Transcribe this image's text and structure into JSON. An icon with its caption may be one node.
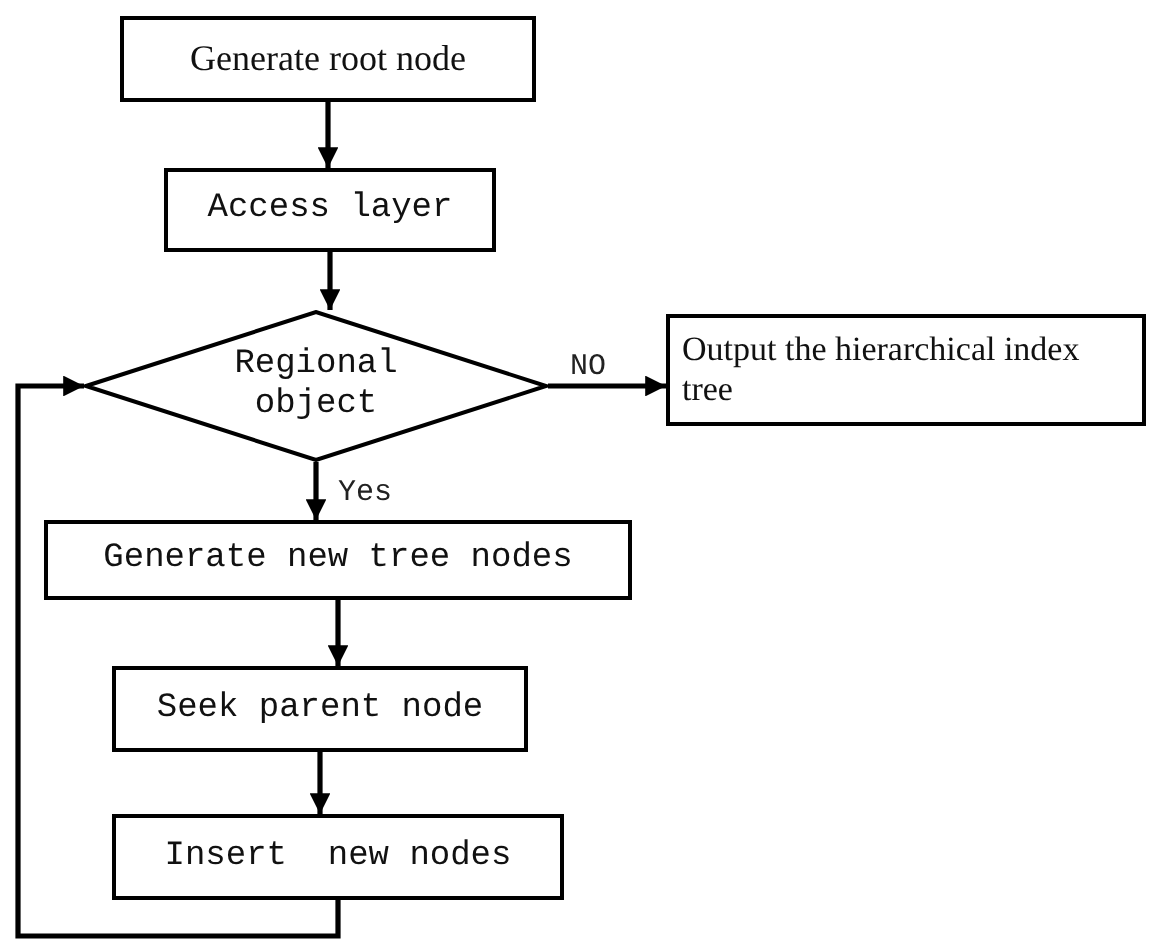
{
  "diagram": {
    "nodes": [
      {
        "text": [
          "Generate root node"
        ]
      },
      {
        "text": [
          "Access layer"
        ]
      },
      {
        "text": [
          "Regional object"
        ]
      },
      {
        "text": [
          "Output the hierarchical index tree"
        ]
      },
      {
        "text": [
          "Generate new tree nodes"
        ]
      },
      {
        "text": [
          "Seek parent node"
        ]
      },
      {
        "text": [
          "Insert  new nodes"
        ]
      }
    ],
    "edges": [
      {
        "from": 0,
        "to": 1,
        "arrow": "to"
      },
      {
        "from": 1,
        "to": 2,
        "arrow": "to"
      },
      {
        "from": 2,
        "to": 3,
        "arrow": "to",
        "label": "NO"
      },
      {
        "from": 2,
        "to": 4,
        "arrow": "to",
        "label": "Yes"
      },
      {
        "from": 4,
        "to": 5,
        "arrow": "to"
      },
      {
        "from": 5,
        "to": 6,
        "arrow": "to"
      },
      {
        "from": 6,
        "to": 2,
        "arrow": "to"
      }
    ]
  }
}
